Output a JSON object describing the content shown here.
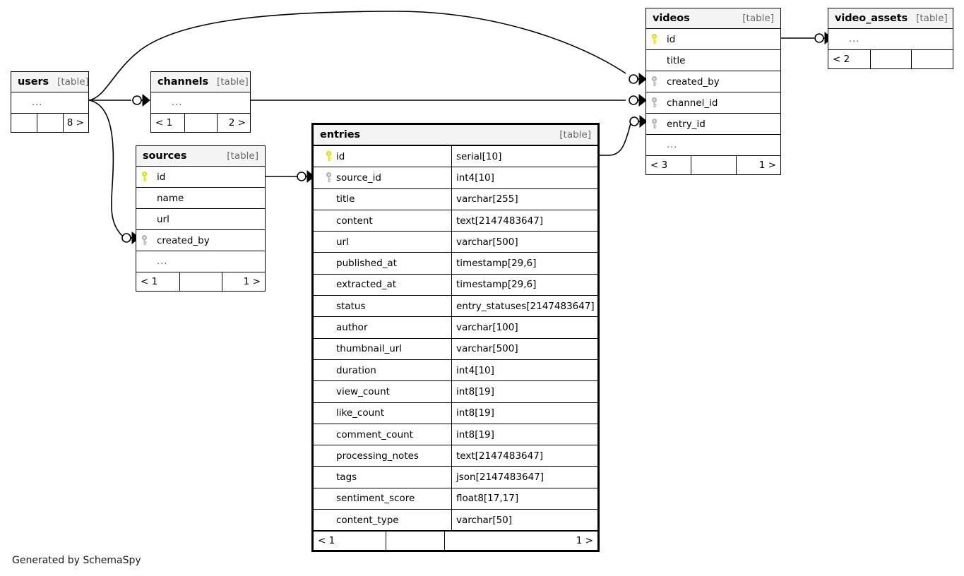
{
  "diagram": {
    "title": "entries",
    "caption": "Generated by SchemaSpy",
    "kind_label": "[table]",
    "ellipsis": "...",
    "colors": {
      "background": "#ffffff",
      "header_fill": "#f4f4f4",
      "border": "#000000",
      "primary_key": "#e8e800",
      "foreign_key": "#b3b3b3",
      "kind_text": "#686868"
    }
  },
  "tables": {
    "users": {
      "name": "users",
      "kind": "[table]",
      "rows": [
        {
          "key": "none",
          "name": "...",
          "type": ""
        }
      ],
      "footer": {
        "left": "",
        "mid": "",
        "right": "8 >"
      }
    },
    "channels": {
      "name": "channels",
      "kind": "[table]",
      "rows": [
        {
          "key": "none",
          "name": "...",
          "type": ""
        }
      ],
      "footer": {
        "left": "< 1",
        "mid": "",
        "right": "2 >"
      }
    },
    "sources": {
      "name": "sources",
      "kind": "[table]",
      "rows": [
        {
          "key": "primary",
          "name": "id",
          "type": ""
        },
        {
          "key": "none",
          "name": "name",
          "type": ""
        },
        {
          "key": "none",
          "name": "url",
          "type": ""
        },
        {
          "key": "foreign",
          "name": "created_by",
          "type": ""
        },
        {
          "key": "none",
          "name": "...",
          "type": ""
        }
      ],
      "footer": {
        "left": "< 1",
        "mid": "",
        "right": "1 >"
      }
    },
    "entries": {
      "name": "entries",
      "kind": "[table]",
      "rows": [
        {
          "key": "primary",
          "name": "id",
          "type": "serial[10]"
        },
        {
          "key": "foreign",
          "name": "source_id",
          "type": "int4[10]"
        },
        {
          "key": "none",
          "name": "title",
          "type": "varchar[255]"
        },
        {
          "key": "none",
          "name": "content",
          "type": "text[2147483647]"
        },
        {
          "key": "none",
          "name": "url",
          "type": "varchar[500]"
        },
        {
          "key": "none",
          "name": "published_at",
          "type": "timestamp[29,6]"
        },
        {
          "key": "none",
          "name": "extracted_at",
          "type": "timestamp[29,6]"
        },
        {
          "key": "none",
          "name": "status",
          "type": "entry_statuses[2147483647]"
        },
        {
          "key": "none",
          "name": "author",
          "type": "varchar[100]"
        },
        {
          "key": "none",
          "name": "thumbnail_url",
          "type": "varchar[500]"
        },
        {
          "key": "none",
          "name": "duration",
          "type": "int4[10]"
        },
        {
          "key": "none",
          "name": "view_count",
          "type": "int8[19]"
        },
        {
          "key": "none",
          "name": "like_count",
          "type": "int8[19]"
        },
        {
          "key": "none",
          "name": "comment_count",
          "type": "int8[19]"
        },
        {
          "key": "none",
          "name": "processing_notes",
          "type": "text[2147483647]"
        },
        {
          "key": "none",
          "name": "tags",
          "type": "json[2147483647]"
        },
        {
          "key": "none",
          "name": "sentiment_score",
          "type": "float8[17,17]"
        },
        {
          "key": "none",
          "name": "content_type",
          "type": "varchar[50]"
        }
      ],
      "footer": {
        "left": "< 1",
        "mid": "",
        "right": "1 >"
      }
    },
    "videos": {
      "name": "videos",
      "kind": "[table]",
      "rows": [
        {
          "key": "primary",
          "name": "id",
          "type": ""
        },
        {
          "key": "none",
          "name": "title",
          "type": ""
        },
        {
          "key": "foreign",
          "name": "created_by",
          "type": ""
        },
        {
          "key": "foreign",
          "name": "channel_id",
          "type": ""
        },
        {
          "key": "foreign",
          "name": "entry_id",
          "type": ""
        },
        {
          "key": "none",
          "name": "...",
          "type": ""
        }
      ],
      "footer": {
        "left": "< 3",
        "mid": "",
        "right": "1 >"
      }
    },
    "video_assets": {
      "name": "video_assets",
      "kind": "[table]",
      "rows": [
        {
          "key": "none",
          "name": "...",
          "type": ""
        }
      ],
      "footer": {
        "left": "< 2",
        "mid": "",
        "right": ""
      }
    }
  },
  "relationships": [
    {
      "from": "users",
      "to": "videos.created_by"
    },
    {
      "from": "users",
      "to": "channels"
    },
    {
      "from": "users",
      "to": "sources.created_by"
    },
    {
      "from": "channels",
      "to": "videos.channel_id"
    },
    {
      "from": "sources.id",
      "to": "entries.source_id"
    },
    {
      "from": "entries.id",
      "to": "videos.entry_id"
    },
    {
      "from": "videos.id",
      "to": "video_assets"
    }
  ]
}
